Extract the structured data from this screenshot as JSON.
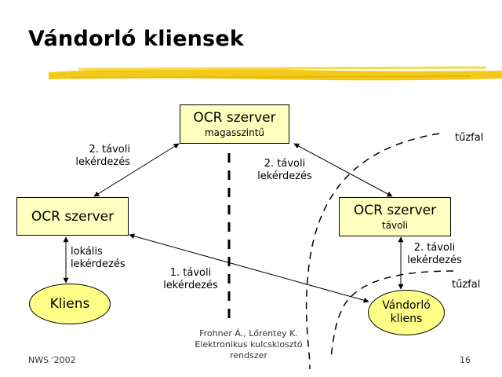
{
  "title": "Vándorló kliensek",
  "nodes": {
    "top_server": {
      "main": "OCR szerver",
      "sub": "magasszintű"
    },
    "left_server": {
      "main": "OCR szerver"
    },
    "right_server": {
      "main": "OCR szerver",
      "sub": "távoli"
    },
    "client": {
      "label": "Kliens"
    },
    "roaming_client": {
      "line1": "Vándorló",
      "line2": "kliens"
    }
  },
  "labels": {
    "remote_query_left": {
      "line1": "2. távoli",
      "line2": "lekérdezés"
    },
    "remote_query_right": {
      "line1": "2. távoli",
      "line2": "lekérdezés"
    },
    "local_query": {
      "line1": "lokális",
      "line2": "lekérdezés"
    },
    "remote_query_first": {
      "line1": "1. távoli",
      "line2": "lekérdezés"
    },
    "remote_query_bottom_right": {
      "line1": "2. távoli",
      "line2": "lekérdezés"
    },
    "firewall_top": "tűzfal",
    "firewall_bottom": "tűzfal"
  },
  "footer": {
    "left": "NWS '2002",
    "credit_line1": "Frohner Á., Lőrentey K.",
    "credit_line2": "Elektronikus kulcskiosztó",
    "credit_line3": "rendszer",
    "page_number": "16"
  },
  "colors": {
    "highlight": "#f2c400",
    "box_fill": "#ffffc0",
    "ellipse_fill": "#ffff88"
  }
}
